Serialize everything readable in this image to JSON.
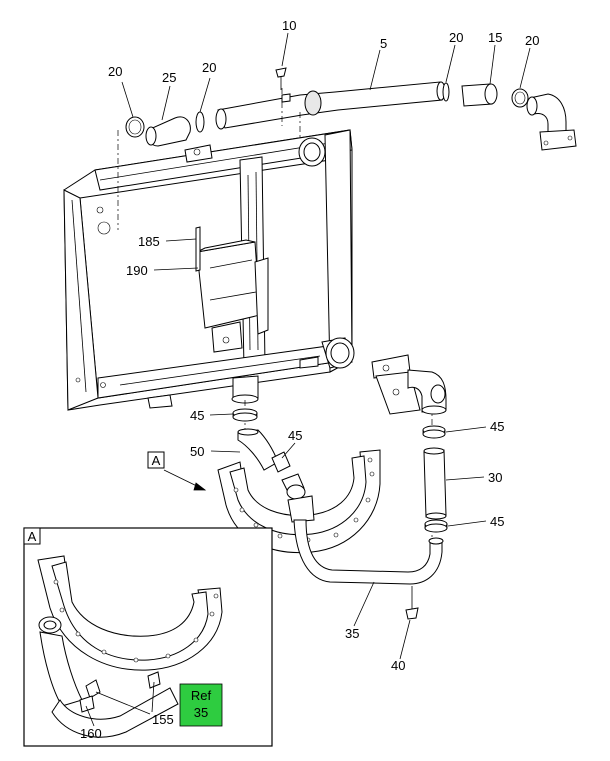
{
  "callouts": [
    {
      "id": "c10",
      "text": "10"
    },
    {
      "id": "c5",
      "text": "5"
    },
    {
      "id": "c20a",
      "text": "20"
    },
    {
      "id": "c15",
      "text": "15"
    },
    {
      "id": "c20b",
      "text": "20"
    },
    {
      "id": "c20c",
      "text": "20"
    },
    {
      "id": "c25",
      "text": "25"
    },
    {
      "id": "c20d",
      "text": "20"
    },
    {
      "id": "c185",
      "text": "185"
    },
    {
      "id": "c190",
      "text": "190"
    },
    {
      "id": "c45a",
      "text": "45"
    },
    {
      "id": "c50",
      "text": "50"
    },
    {
      "id": "c45b",
      "text": "45"
    },
    {
      "id": "c45c",
      "text": "45"
    },
    {
      "id": "c30",
      "text": "30"
    },
    {
      "id": "c45d",
      "text": "45"
    },
    {
      "id": "c35",
      "text": "35"
    },
    {
      "id": "c40",
      "text": "40"
    },
    {
      "id": "c155",
      "text": "155"
    },
    {
      "id": "c160",
      "text": "160"
    }
  ],
  "detail_marker": "A",
  "detail_box_label": "A",
  "ref_badge": {
    "line1": "Ref",
    "line2": "35",
    "color": "#2ecc40"
  }
}
